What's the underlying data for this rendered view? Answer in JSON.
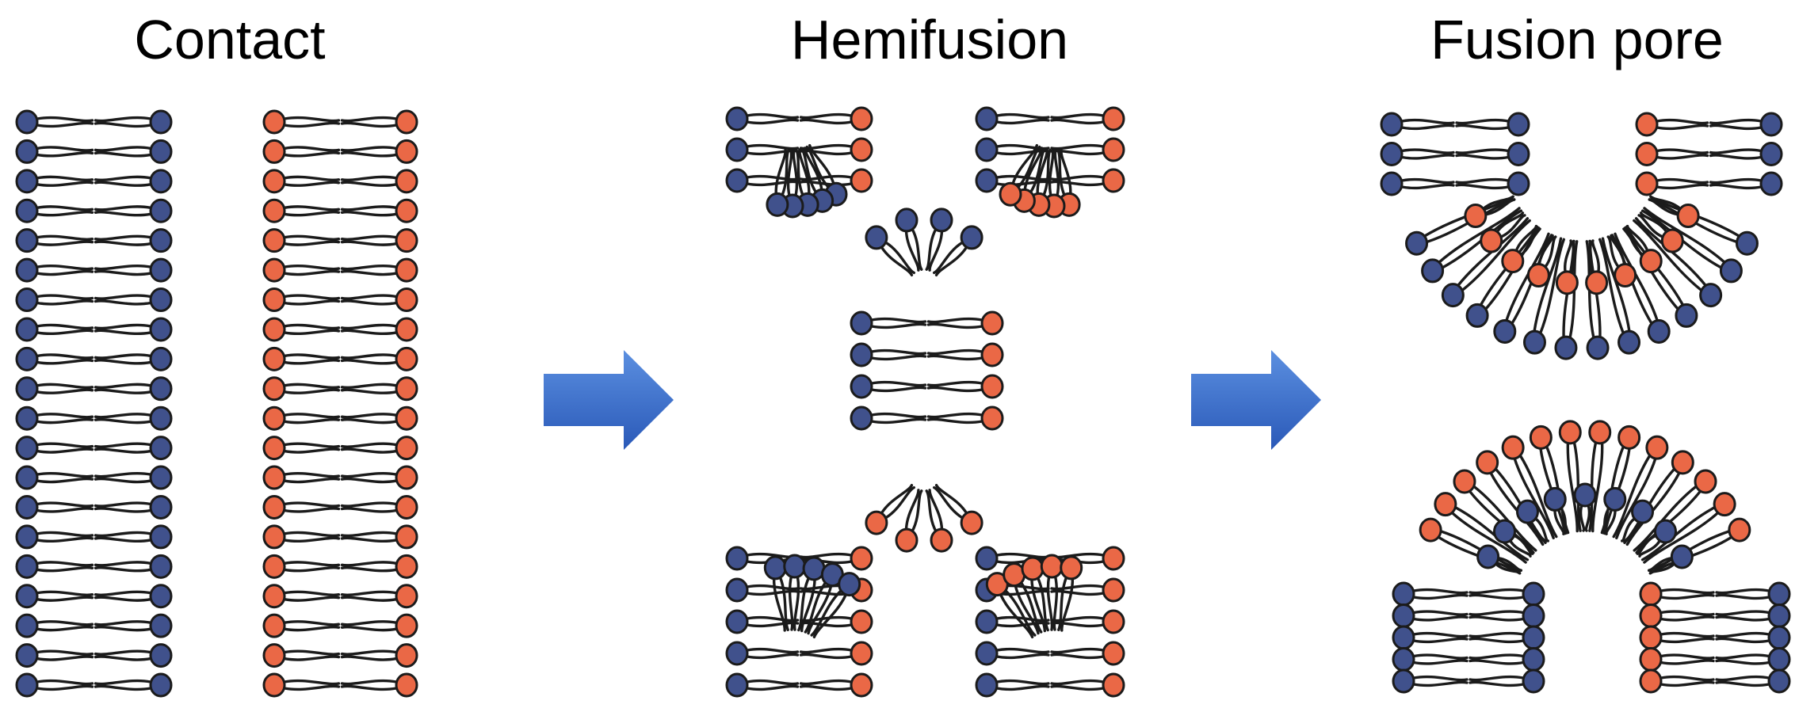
{
  "stages": [
    {
      "id": "contact",
      "title": "Contact"
    },
    {
      "id": "hemifusion",
      "title": "Hemifusion"
    },
    {
      "id": "fusion-pore",
      "title": "Fusion pore"
    }
  ],
  "colors": {
    "membrane_a": "#40518c",
    "membrane_b": "#ea6846",
    "tail": "#1b1b1b",
    "arrow_light": "#5b8fe0",
    "arrow_dark": "#2a59b8"
  },
  "arrow_count": 2
}
